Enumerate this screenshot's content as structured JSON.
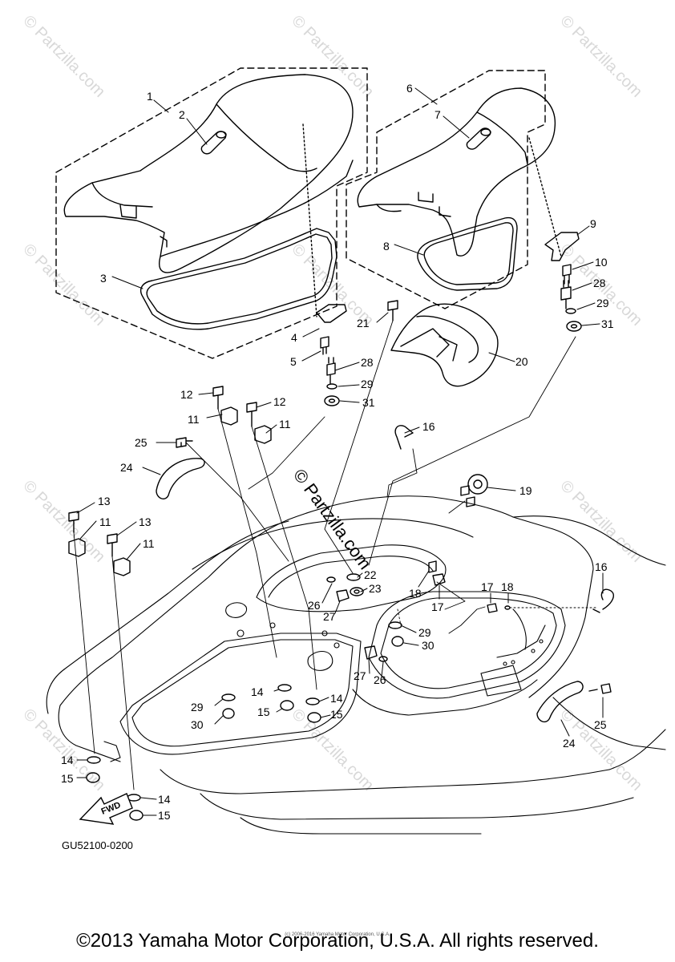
{
  "watermark": "© Partzilla.com",
  "center_watermark": "© Partzilla.com",
  "callouts": [
    "1",
    "2",
    "3",
    "4",
    "5",
    "6",
    "7",
    "8",
    "9",
    "10",
    "11",
    "12",
    "13",
    "14",
    "15",
    "16",
    "17",
    "18",
    "19",
    "20",
    "21",
    "22",
    "23",
    "24",
    "25",
    "26",
    "27",
    "28",
    "29",
    "30",
    "31"
  ],
  "diagram_code": "GU52100-0200",
  "fwd_label": "FWD",
  "copyright": "©2013 Yamaha Motor Corporation, U.S.A. All rights reserved.",
  "tiny_copyright": "(c) 2006-2016 Yamaha Motor Corporation, U.S.A."
}
